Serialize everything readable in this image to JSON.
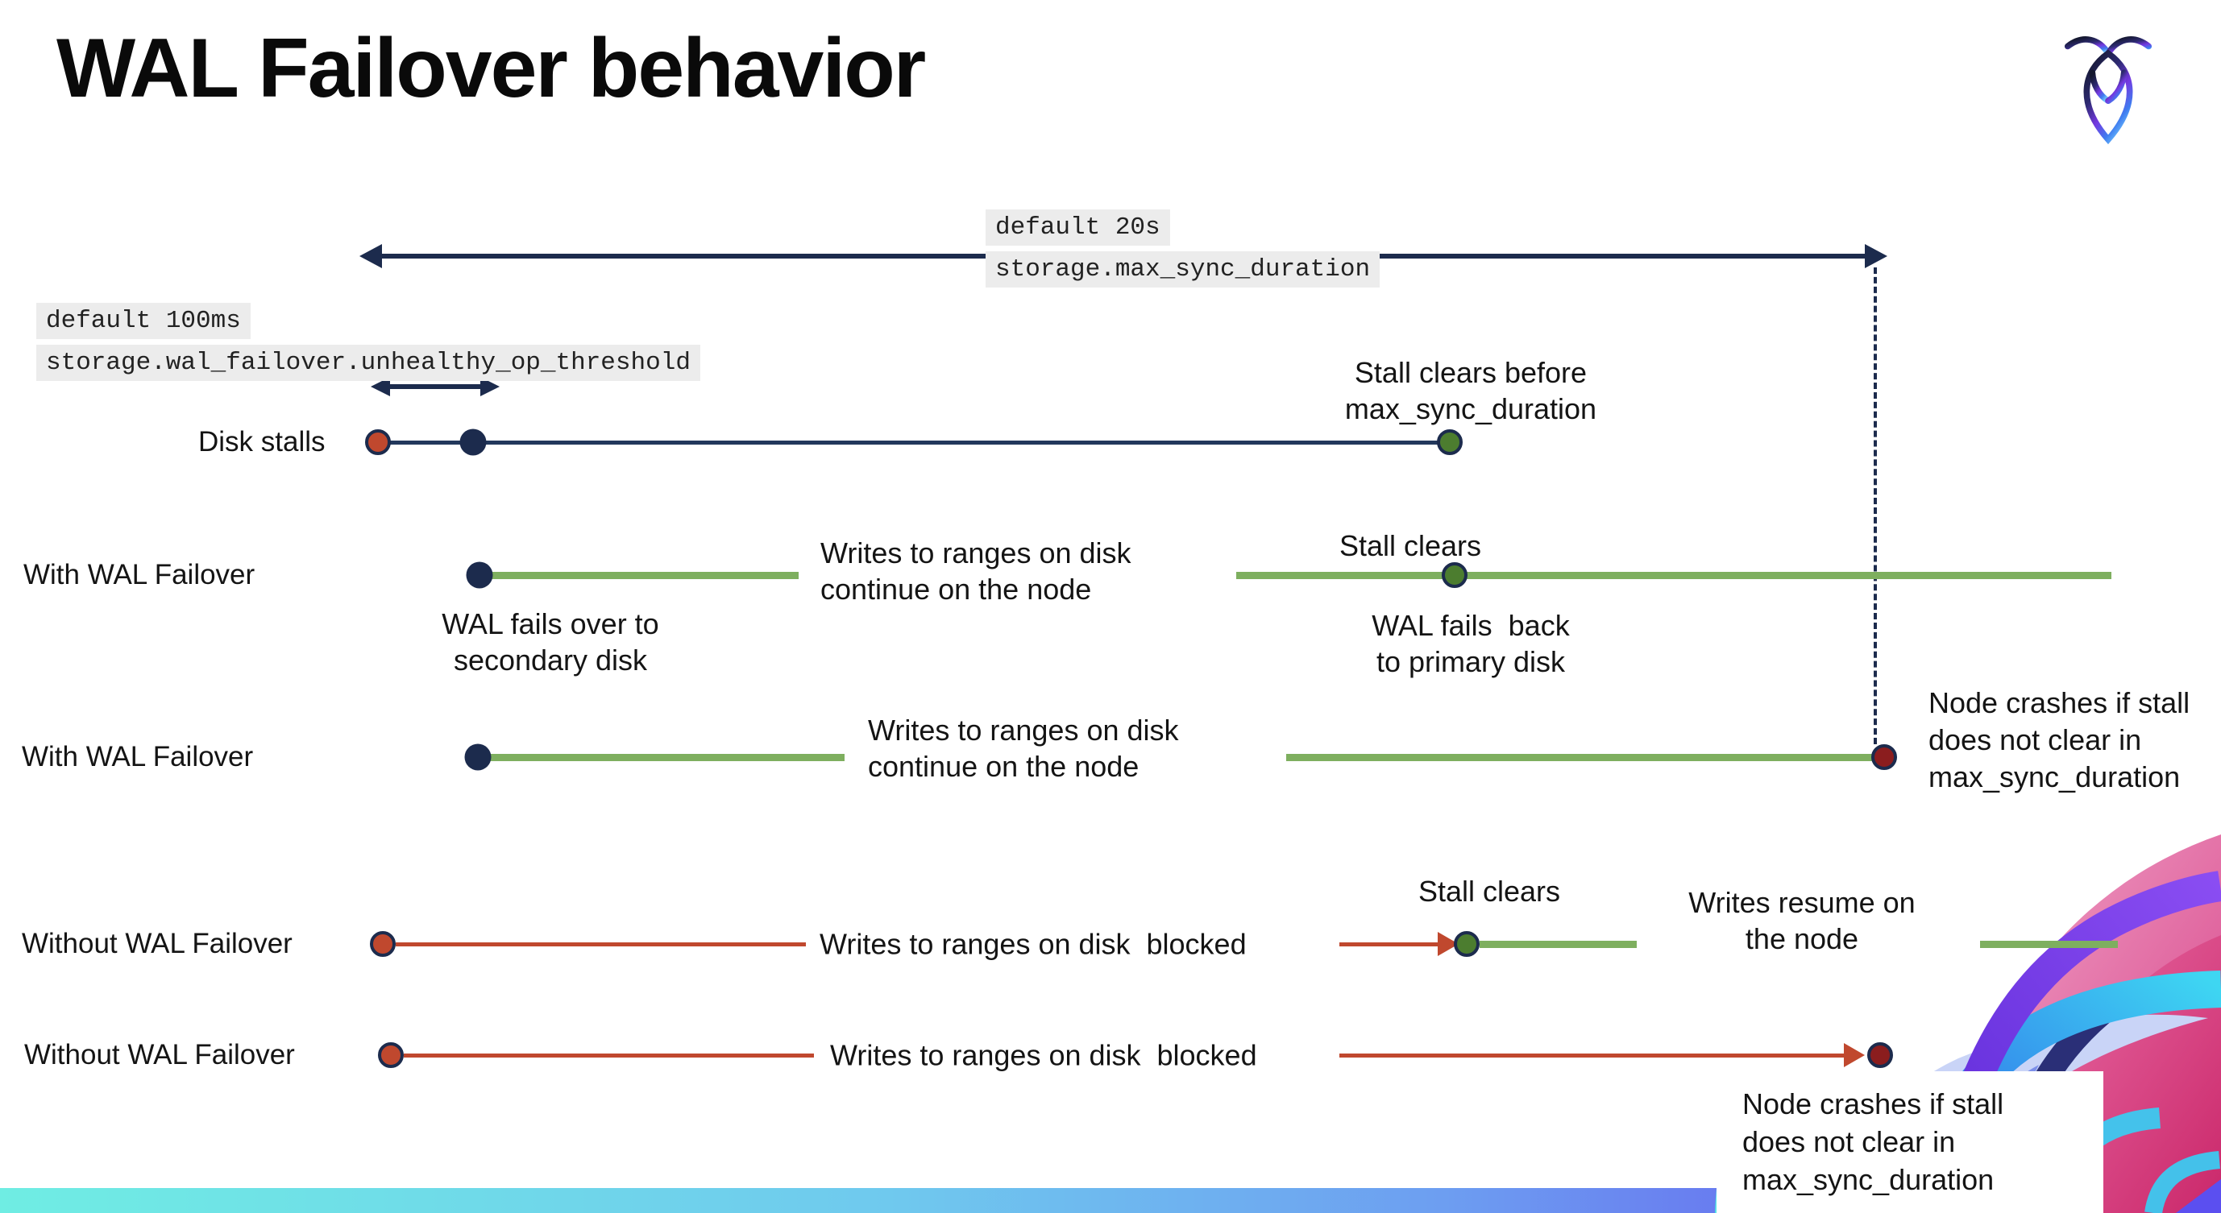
{
  "title": "WAL Failover behavior",
  "icons": {
    "logo": "cockroachdb-logo"
  },
  "callouts": {
    "max_sync": {
      "default_label": "default 20s",
      "setting": "storage.max_sync_duration"
    },
    "threshold": {
      "default_label": "default 100ms",
      "setting": "storage.wal_failover.unhealthy_op_threshold"
    }
  },
  "rows": [
    {
      "label": "Disk stalls"
    },
    {
      "label": "With WAL Failover"
    },
    {
      "label": "With WAL Failover"
    },
    {
      "label": "Without WAL Failover"
    },
    {
      "label": "Without WAL Failover"
    }
  ],
  "annotations": {
    "stall_clears_before": [
      "Stall clears before",
      "max_sync_duration"
    ],
    "stall_clears": "Stall clears",
    "wal_fails_over": [
      "WAL fails over to",
      "secondary disk"
    ],
    "wal_fails_back": [
      "WAL fails  back",
      "to primary disk"
    ],
    "writes_continue": [
      "Writes to ranges on disk",
      "continue on the node"
    ],
    "writes_blocked": "Writes to ranges on disk  blocked",
    "writes_resume": [
      "Writes resume on",
      "the node"
    ],
    "node_crashes": [
      "Node crashes if stall",
      "does not clear in",
      "max_sync_duration"
    ]
  },
  "colors": {
    "navy": "#1C2B4D",
    "stall_red": "#C0482E",
    "crash_red": "#8B1D1E",
    "green_line": "#7EAF5F",
    "green_dot": "#4C7D2F",
    "callout_bg": "#ECECEC",
    "footer_gradient": [
      "#6FEDE3",
      "#6355EF"
    ]
  }
}
